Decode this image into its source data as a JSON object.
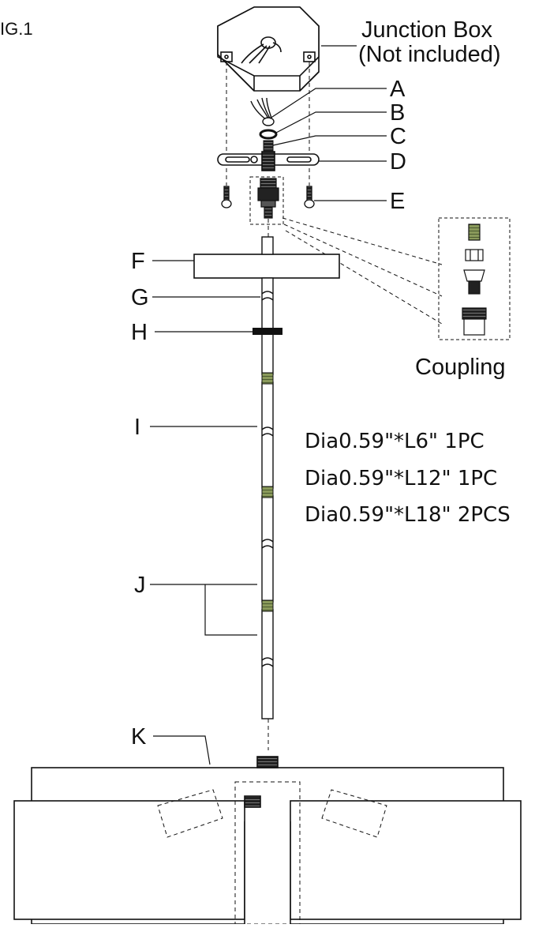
{
  "figure_label": "IG.1",
  "junction_box": {
    "line1": "Junction Box",
    "line2": "(Not included)"
  },
  "part_labels": [
    "A",
    "B",
    "C",
    "D",
    "E",
    "F",
    "G",
    "H",
    "I",
    "J",
    "K"
  ],
  "coupling_label": "Coupling",
  "rod_specs": [
    "Dia0.59\"*L6\" 1PC",
    "Dia0.59\"*L12\" 1PC",
    "Dia0.59\"*L18\" 2PCS"
  ],
  "colors": {
    "line": "#111111",
    "thread": "#8a9a5b",
    "gasket": "#111111"
  }
}
